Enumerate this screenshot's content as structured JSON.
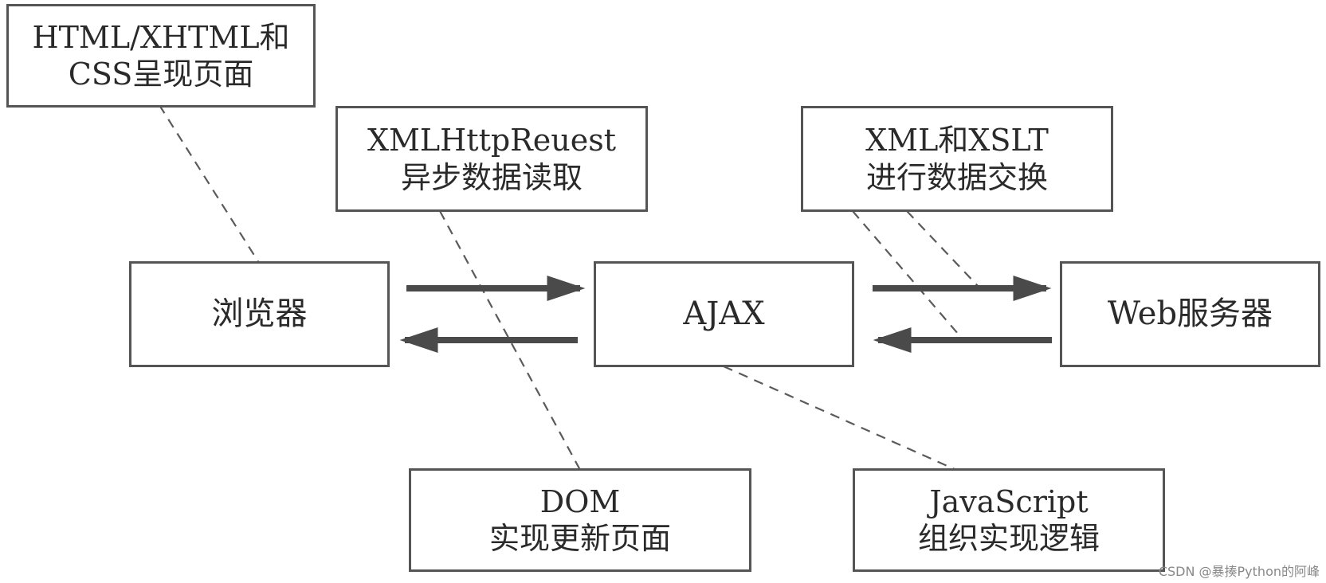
{
  "nodes": {
    "html_css": {
      "line1": "HTML/XHTML和",
      "line2": "CSS呈现页面"
    },
    "xhr": {
      "line1": "XMLHttpReuest",
      "line2": "异步数据读取"
    },
    "xml_xslt": {
      "line1": "XML和XSLT",
      "line2": "进行数据交换"
    },
    "browser": {
      "label": "浏览器"
    },
    "ajax": {
      "label": "AJAX"
    },
    "web_server": {
      "label": "Web服务器"
    },
    "dom": {
      "line1": "DOM",
      "line2": "实现更新页面"
    },
    "javascript": {
      "line1": "JavaScript",
      "line2": "组织实现逻辑"
    }
  },
  "watermark": "CSDN @暴揍Python的阿峰",
  "colors": {
    "border": "#555555",
    "arrow": "#4a4a4a",
    "dash": "#5a5a5a",
    "text": "#2a2a2a"
  }
}
